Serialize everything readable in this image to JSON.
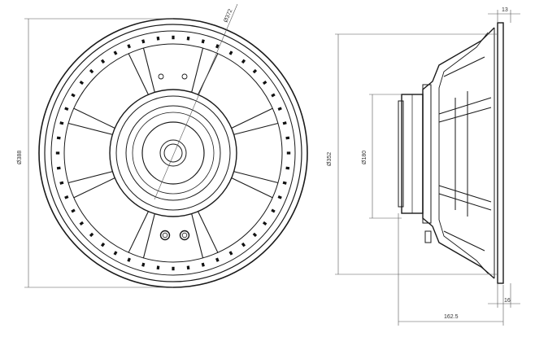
{
  "drawing": {
    "front_view": {
      "overall_diameter_label": "Ø388",
      "bolt_circle_label": "Ø372"
    },
    "side_view": {
      "baffle_cutout_label": "Ø352",
      "magnet_diameter_label": "Ø180",
      "depth_label": "162.5",
      "flange_thickness_label": "13",
      "rear_flange_label": "16"
    }
  }
}
